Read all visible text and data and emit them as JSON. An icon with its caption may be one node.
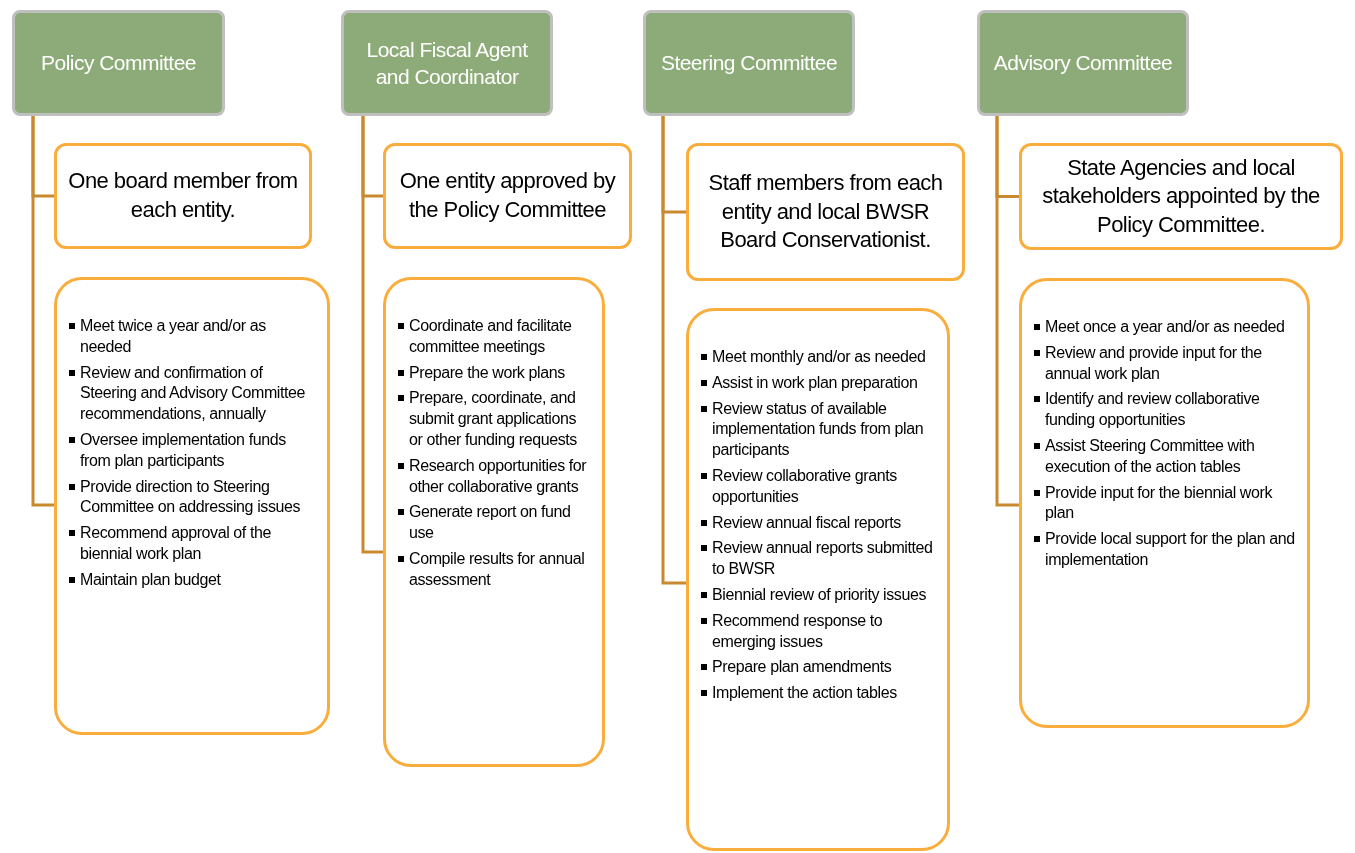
{
  "diagram": {
    "nodes": [
      {
        "text": [
          "Policy Committee"
        ]
      },
      {
        "text": [
          "One board member from each entity."
        ]
      },
      {
        "text": [
          "Meet twice a year and/or as needed",
          "Review and confirmation of Steering and Advisory Committee recommendations, annually",
          "Oversee implementation funds from plan participants",
          "Provide direction to Steering Committee on addressing issues",
          "Recommend approval of the biennial work plan",
          "Maintain plan budget"
        ]
      },
      {
        "text": [
          "Local Fiscal Agent and Coordinator"
        ]
      },
      {
        "text": [
          "One entity approved by the Policy Committee"
        ]
      },
      {
        "text": [
          "Coordinate and facilitate committee meetings",
          "Prepare the work plans",
          "Prepare, coordinate, and submit grant applications or other funding requests",
          "Research opportunities for other collaborative grants",
          "Generate report on fund use",
          "Compile results for annual assessment"
        ]
      },
      {
        "text": [
          "Steering Committee"
        ]
      },
      {
        "text": [
          "Staff members from each entity and local BWSR Board Conservationist."
        ]
      },
      {
        "text": [
          "Meet monthly and/or as needed",
          "Assist in work plan preparation",
          "Review status of available implementation funds from plan participants",
          "Review collaborative grants opportunities",
          "Review annual fiscal reports",
          "Review annual reports submitted to BWSR",
          "Biennial review of priority issues",
          "Recommend response to emerging issues",
          "Prepare plan amendments",
          "Implement the action tables"
        ]
      },
      {
        "text": [
          "Advisory Committee"
        ]
      },
      {
        "text": [
          "State Agencies and local stakeholders appointed by the Policy Committee."
        ]
      },
      {
        "text": [
          "Meet once a year and/or as needed",
          "Review and provide input for the annual work plan",
          "Identify and review collaborative funding opportunities",
          "Assist Steering Committee with execution of the action tables",
          "Provide input for the biennial work plan",
          "Provide local support for the plan and implementation"
        ]
      }
    ],
    "edges": [
      {
        "from": 0,
        "to": 1,
        "arrow": "none"
      },
      {
        "from": 0,
        "to": 2,
        "arrow": "none"
      },
      {
        "from": 3,
        "to": 4,
        "arrow": "none"
      },
      {
        "from": 3,
        "to": 5,
        "arrow": "none"
      },
      {
        "from": 6,
        "to": 7,
        "arrow": "none"
      },
      {
        "from": 6,
        "to": 8,
        "arrow": "none"
      },
      {
        "from": 9,
        "to": 10,
        "arrow": "none"
      },
      {
        "from": 9,
        "to": 11,
        "arrow": "none"
      }
    ]
  }
}
